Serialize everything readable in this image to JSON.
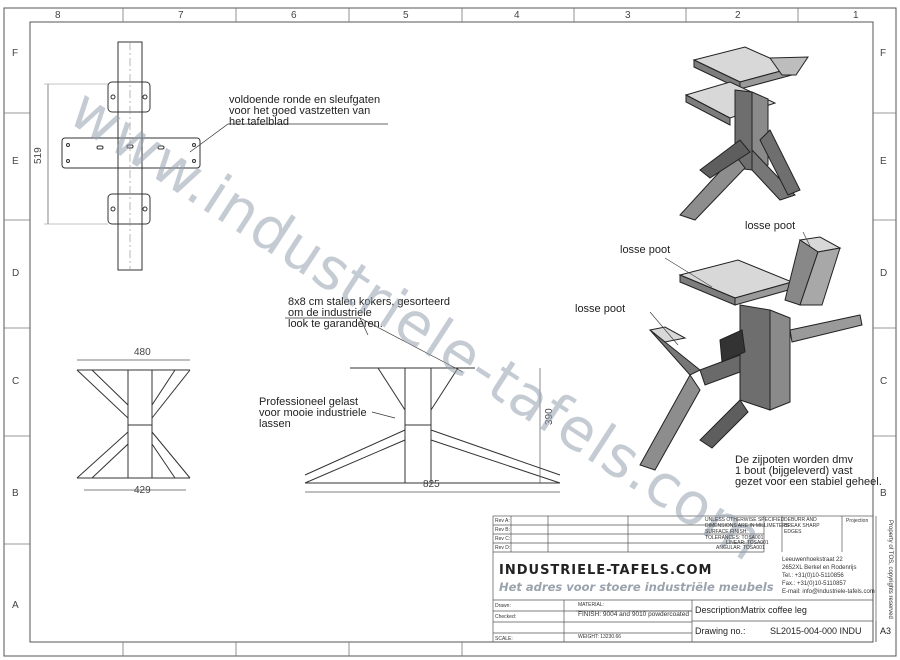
{
  "zones": {
    "columns": [
      "8",
      "7",
      "6",
      "5",
      "4",
      "3",
      "2",
      "1"
    ],
    "rows": [
      "F",
      "E",
      "D",
      "C",
      "B",
      "A"
    ]
  },
  "annotations": {
    "holes": [
      "voldoende ronde en sleufgaten",
      "voor het goed vastzetten van",
      "het tafelblad"
    ],
    "steel": [
      "8x8 cm stalen kokers, gesorteerd",
      "om de industriele",
      "look te garanderen."
    ],
    "welded": [
      "Professioneel gelast",
      "voor mooie industriele",
      "lassen"
    ],
    "loose_leg": "losse poot",
    "legs": [
      "De zijpoten worden dmv",
      "1 bout (bijgeleverd) vast",
      "gezet voor een stabiel geheel."
    ]
  },
  "dimensions": {
    "height_top_view": "519",
    "width_side_top": "480",
    "width_side_bottom": "429",
    "height_front": "390",
    "width_front": "825"
  },
  "watermark": "www.industriele-tafels.com",
  "title_block": {
    "rev_labels": [
      "Rev A:",
      "Rev B:",
      "Rev C:",
      "Rev D:"
    ],
    "notes": [
      "UNLESS OTHERWISE SPECIFIED:",
      "DIMENSIONS ARE IN MILLIMETERS",
      "SURFACE FINISH:",
      "TOLERANCES: TOSA001",
      "LINEAR: TOSA001",
      "ANGULAR: TOSA001"
    ],
    "deburr": [
      "DEBURR AND",
      "BREAK SHARP",
      "EDGES"
    ],
    "projection": "Projection",
    "brand": "INDUSTRIELE-TAFELS.COM",
    "slogan": "Het adres voor stoere industriële meubels",
    "address": [
      "Leeuwenhoekstraat 22",
      "2652XL Berkel en Rodenrijs",
      "Tel.: +31(0)10-5110856",
      "Fax.: +31(0)10-5110857",
      "E-mail: info@industriele-tafels.com"
    ],
    "drawn": "Drawn:",
    "checked": "Checked:",
    "scale": "SCALE:",
    "material": "MATERIAL:",
    "finish": "FINISH: 9004 and 9010 powdercoated",
    "weight": "WEIGHT: 13230.66",
    "description_label": "Description:",
    "description": "Matrix coffee leg",
    "drawing_no_label": "Drawing no.:",
    "drawing_no": "SL2015-004-000 INDU",
    "sheet_size": "A3",
    "copyright": "Property of TOS, copyrights reserved"
  }
}
